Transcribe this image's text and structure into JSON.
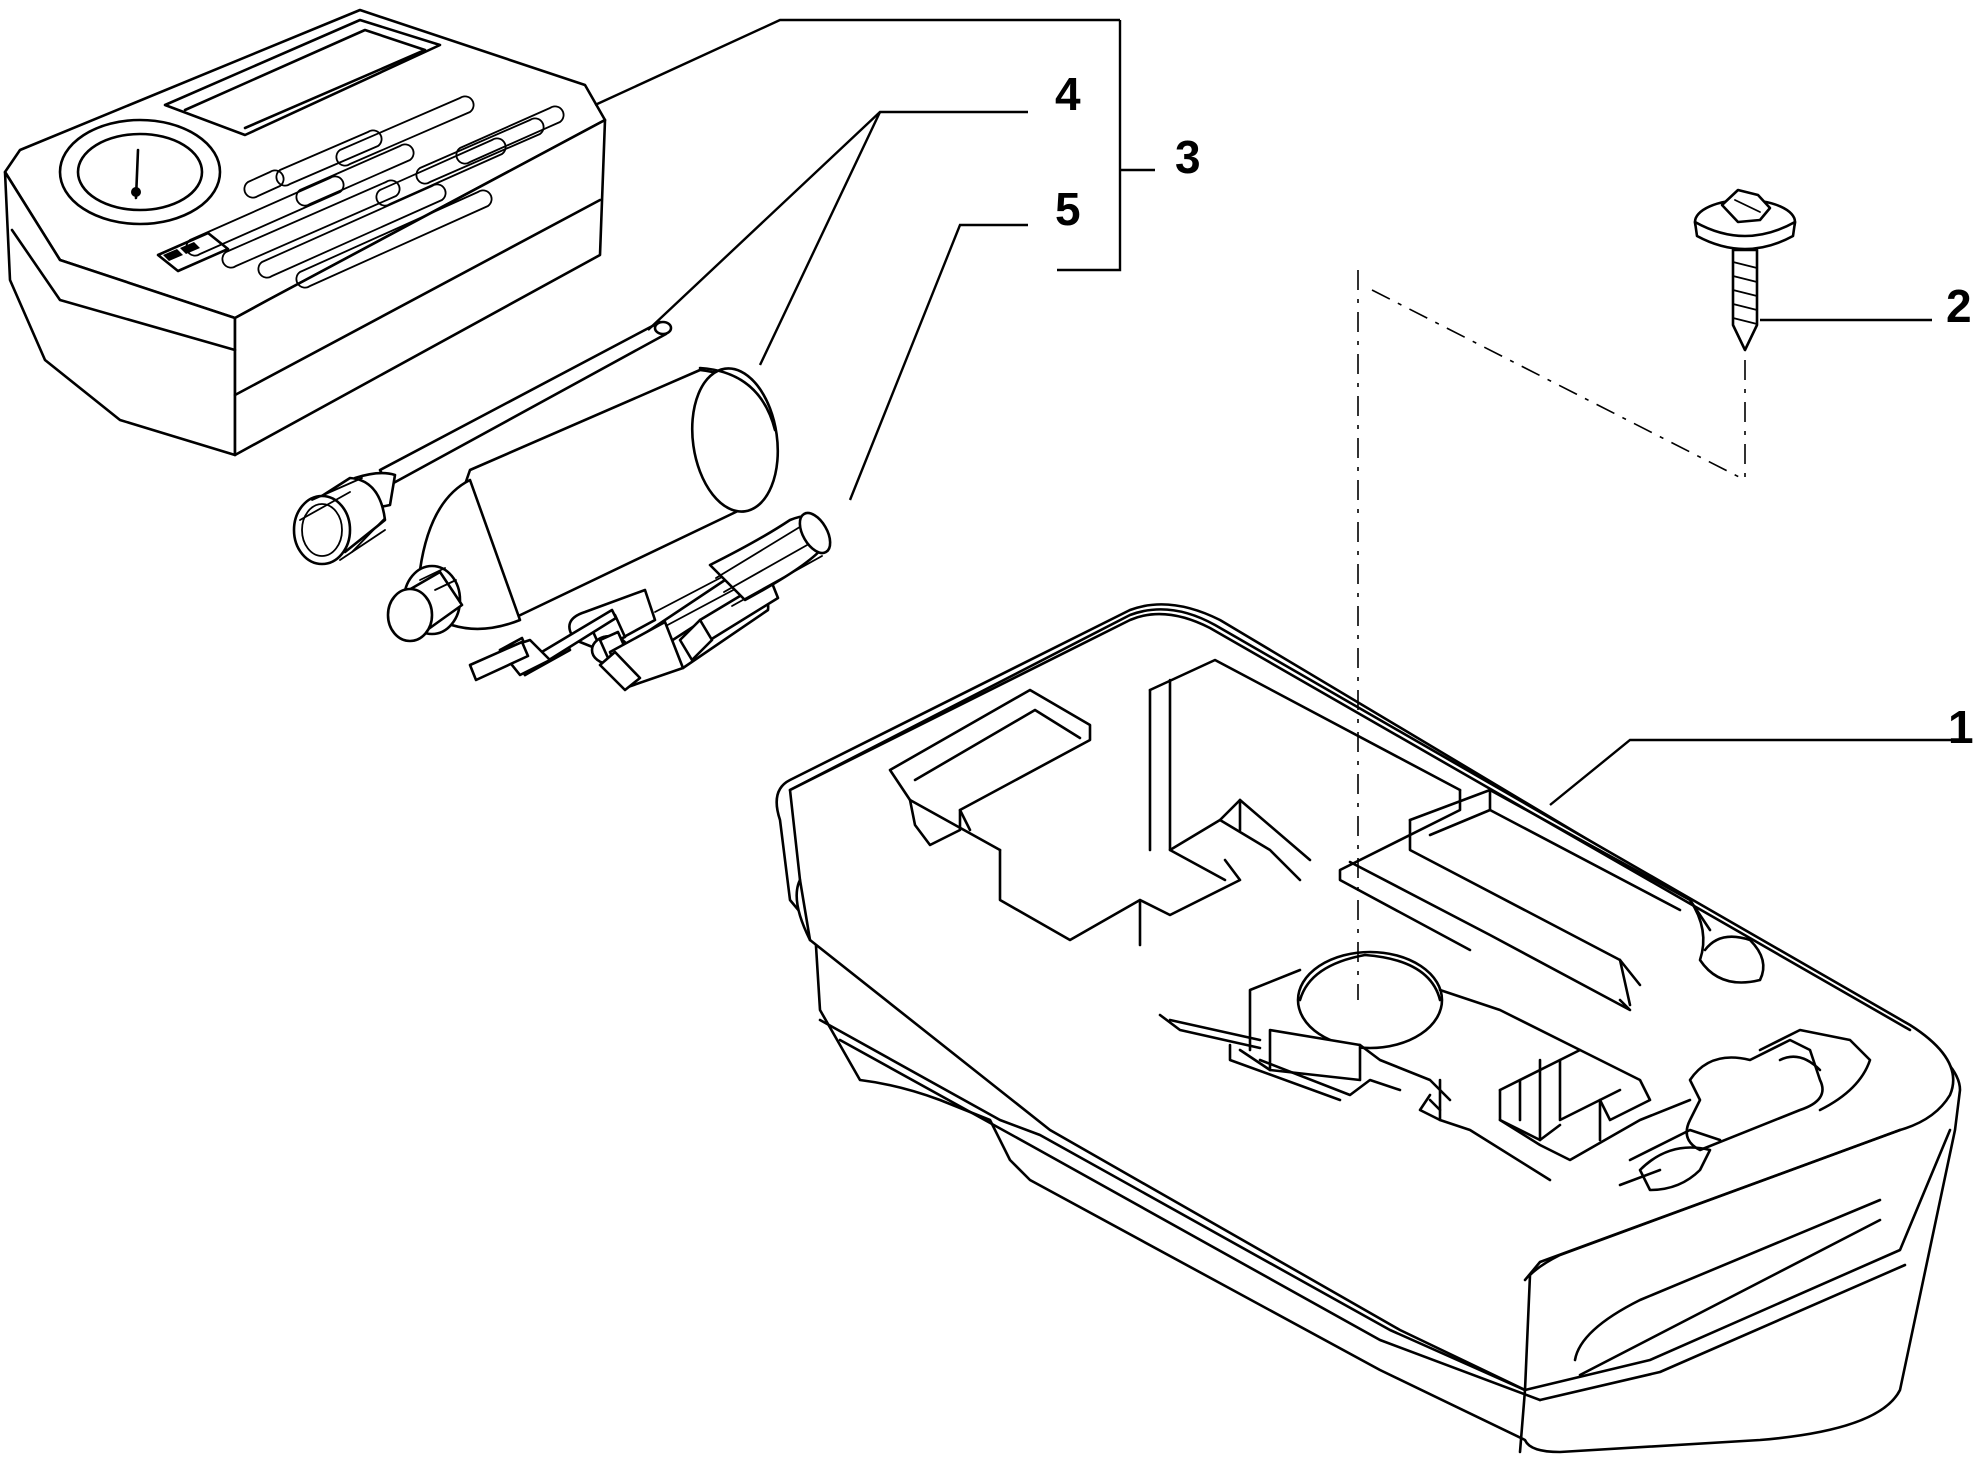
{
  "diagram": {
    "type": "exploded parts diagram",
    "callouts": [
      {
        "id": "part-1",
        "label": "1"
      },
      {
        "id": "part-2",
        "label": "2"
      },
      {
        "id": "part-3",
        "label": "3"
      },
      {
        "id": "part-4",
        "label": "4"
      },
      {
        "id": "part-5",
        "label": "5"
      }
    ],
    "icons": [
      "air-compressor-icon",
      "inflation-hose-icon",
      "sealant-bottle-icon",
      "valve-tool-icon",
      "screw-icon",
      "foam-tray-icon"
    ],
    "colors": {
      "line": "#000000",
      "background": "#ffffff"
    }
  }
}
